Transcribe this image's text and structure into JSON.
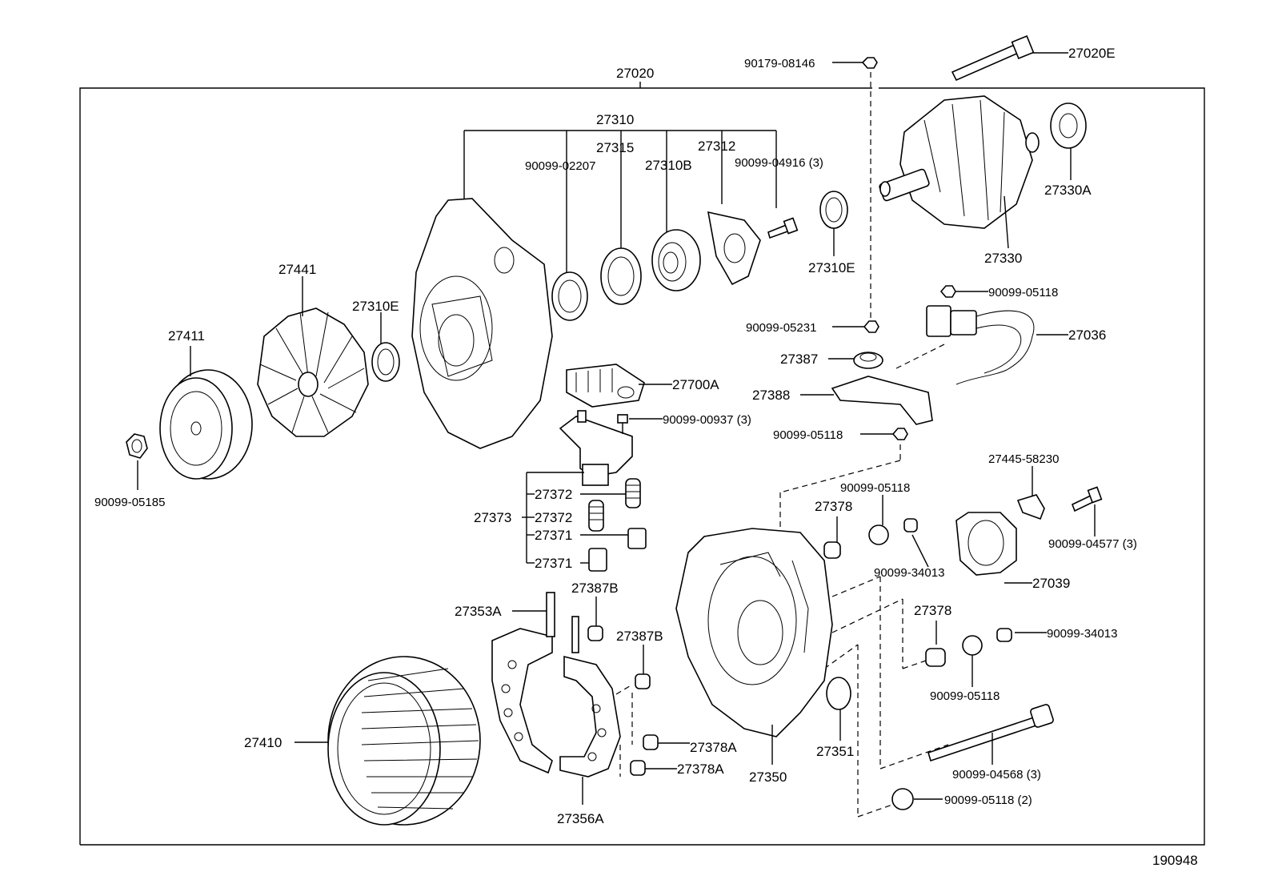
{
  "diagram_id": "190948",
  "assembly_label": "27020",
  "labels": {
    "p27020E": "27020E",
    "p90179_08146": "90179-08146",
    "p27310": "27310",
    "p27315": "27315",
    "p27312": "27312",
    "p90099_02207": "90099-02207",
    "p27310B": "27310B",
    "p90099_04916": "90099-04916 (3)",
    "p27330A": "27330A",
    "p27330": "27330",
    "p27310E_top": "27310E",
    "p27441": "27441",
    "p27310E_left": "27310E",
    "p27411": "27411",
    "p90099_05185": "90099-05185",
    "p90099_05118_top": "90099-05118",
    "p27036": "27036",
    "p90099_05231": "90099-05231",
    "p27387": "27387",
    "p27700A": "27700A",
    "p27388": "27388",
    "p90099_00937": "90099-00937 (3)",
    "p90099_05118_mid": "90099-05118",
    "p27445_58230": "27445-58230",
    "p27372_a": "27372",
    "p27373": "27373",
    "p27372_b": "27372",
    "p27371_a": "27371",
    "p27371_b": "27371",
    "p90099_05118_c": "90099-05118",
    "p27378_a": "27378",
    "p90099_04577": "90099-04577 (3)",
    "p90099_34013_a": "90099-34013",
    "p27039": "27039",
    "p27387B_a": "27387B",
    "p27353A": "27353A",
    "p27387B_b": "27387B",
    "p27378_b": "27378",
    "p90099_34013_b": "90099-34013",
    "p90099_05118_d": "90099-05118",
    "p27410": "27410",
    "p27378A_a": "27378A",
    "p27378A_b": "27378A",
    "p27351": "27351",
    "p27350": "27350",
    "p90099_04568": "90099-04568 (3)",
    "p90099_05118_e": "90099-05118 (2)",
    "p27356A": "27356A"
  }
}
